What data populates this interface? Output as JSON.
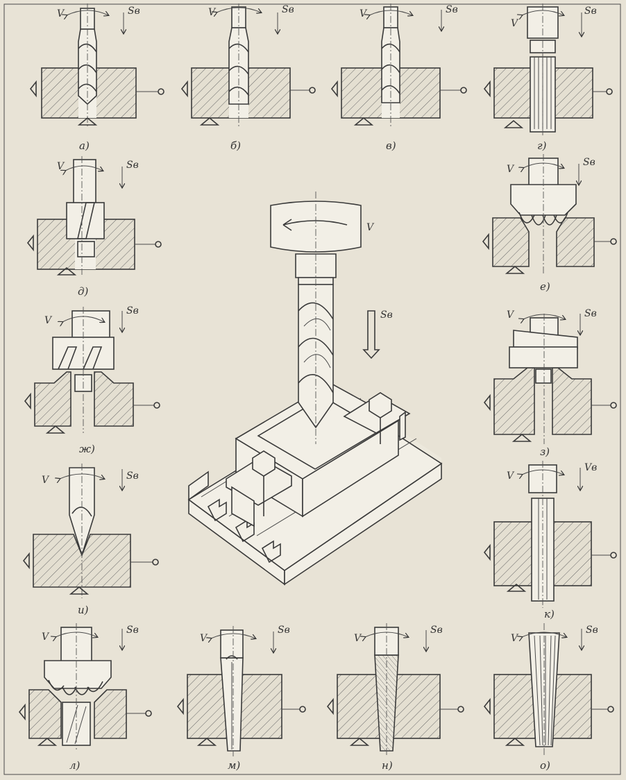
{
  "symbols": {
    "rotation": "V",
    "feed": "Sв",
    "feed_k": "Vв"
  },
  "panels": [
    {
      "id": "a",
      "label": "а)"
    },
    {
      "id": "b",
      "label": "б)"
    },
    {
      "id": "v",
      "label": "в)"
    },
    {
      "id": "g",
      "label": "г)"
    },
    {
      "id": "d",
      "label": "д)"
    },
    {
      "id": "e",
      "label": "е)"
    },
    {
      "id": "zh",
      "label": "ж)"
    },
    {
      "id": "z",
      "label": "з)"
    },
    {
      "id": "i",
      "label": "и)"
    },
    {
      "id": "k",
      "label": "к)"
    },
    {
      "id": "l",
      "label": "л)"
    },
    {
      "id": "m",
      "label": "м)"
    },
    {
      "id": "n",
      "label": "н)"
    },
    {
      "id": "o",
      "label": "о)"
    }
  ],
  "center": {
    "rotation": "V",
    "feed": "Sв"
  }
}
